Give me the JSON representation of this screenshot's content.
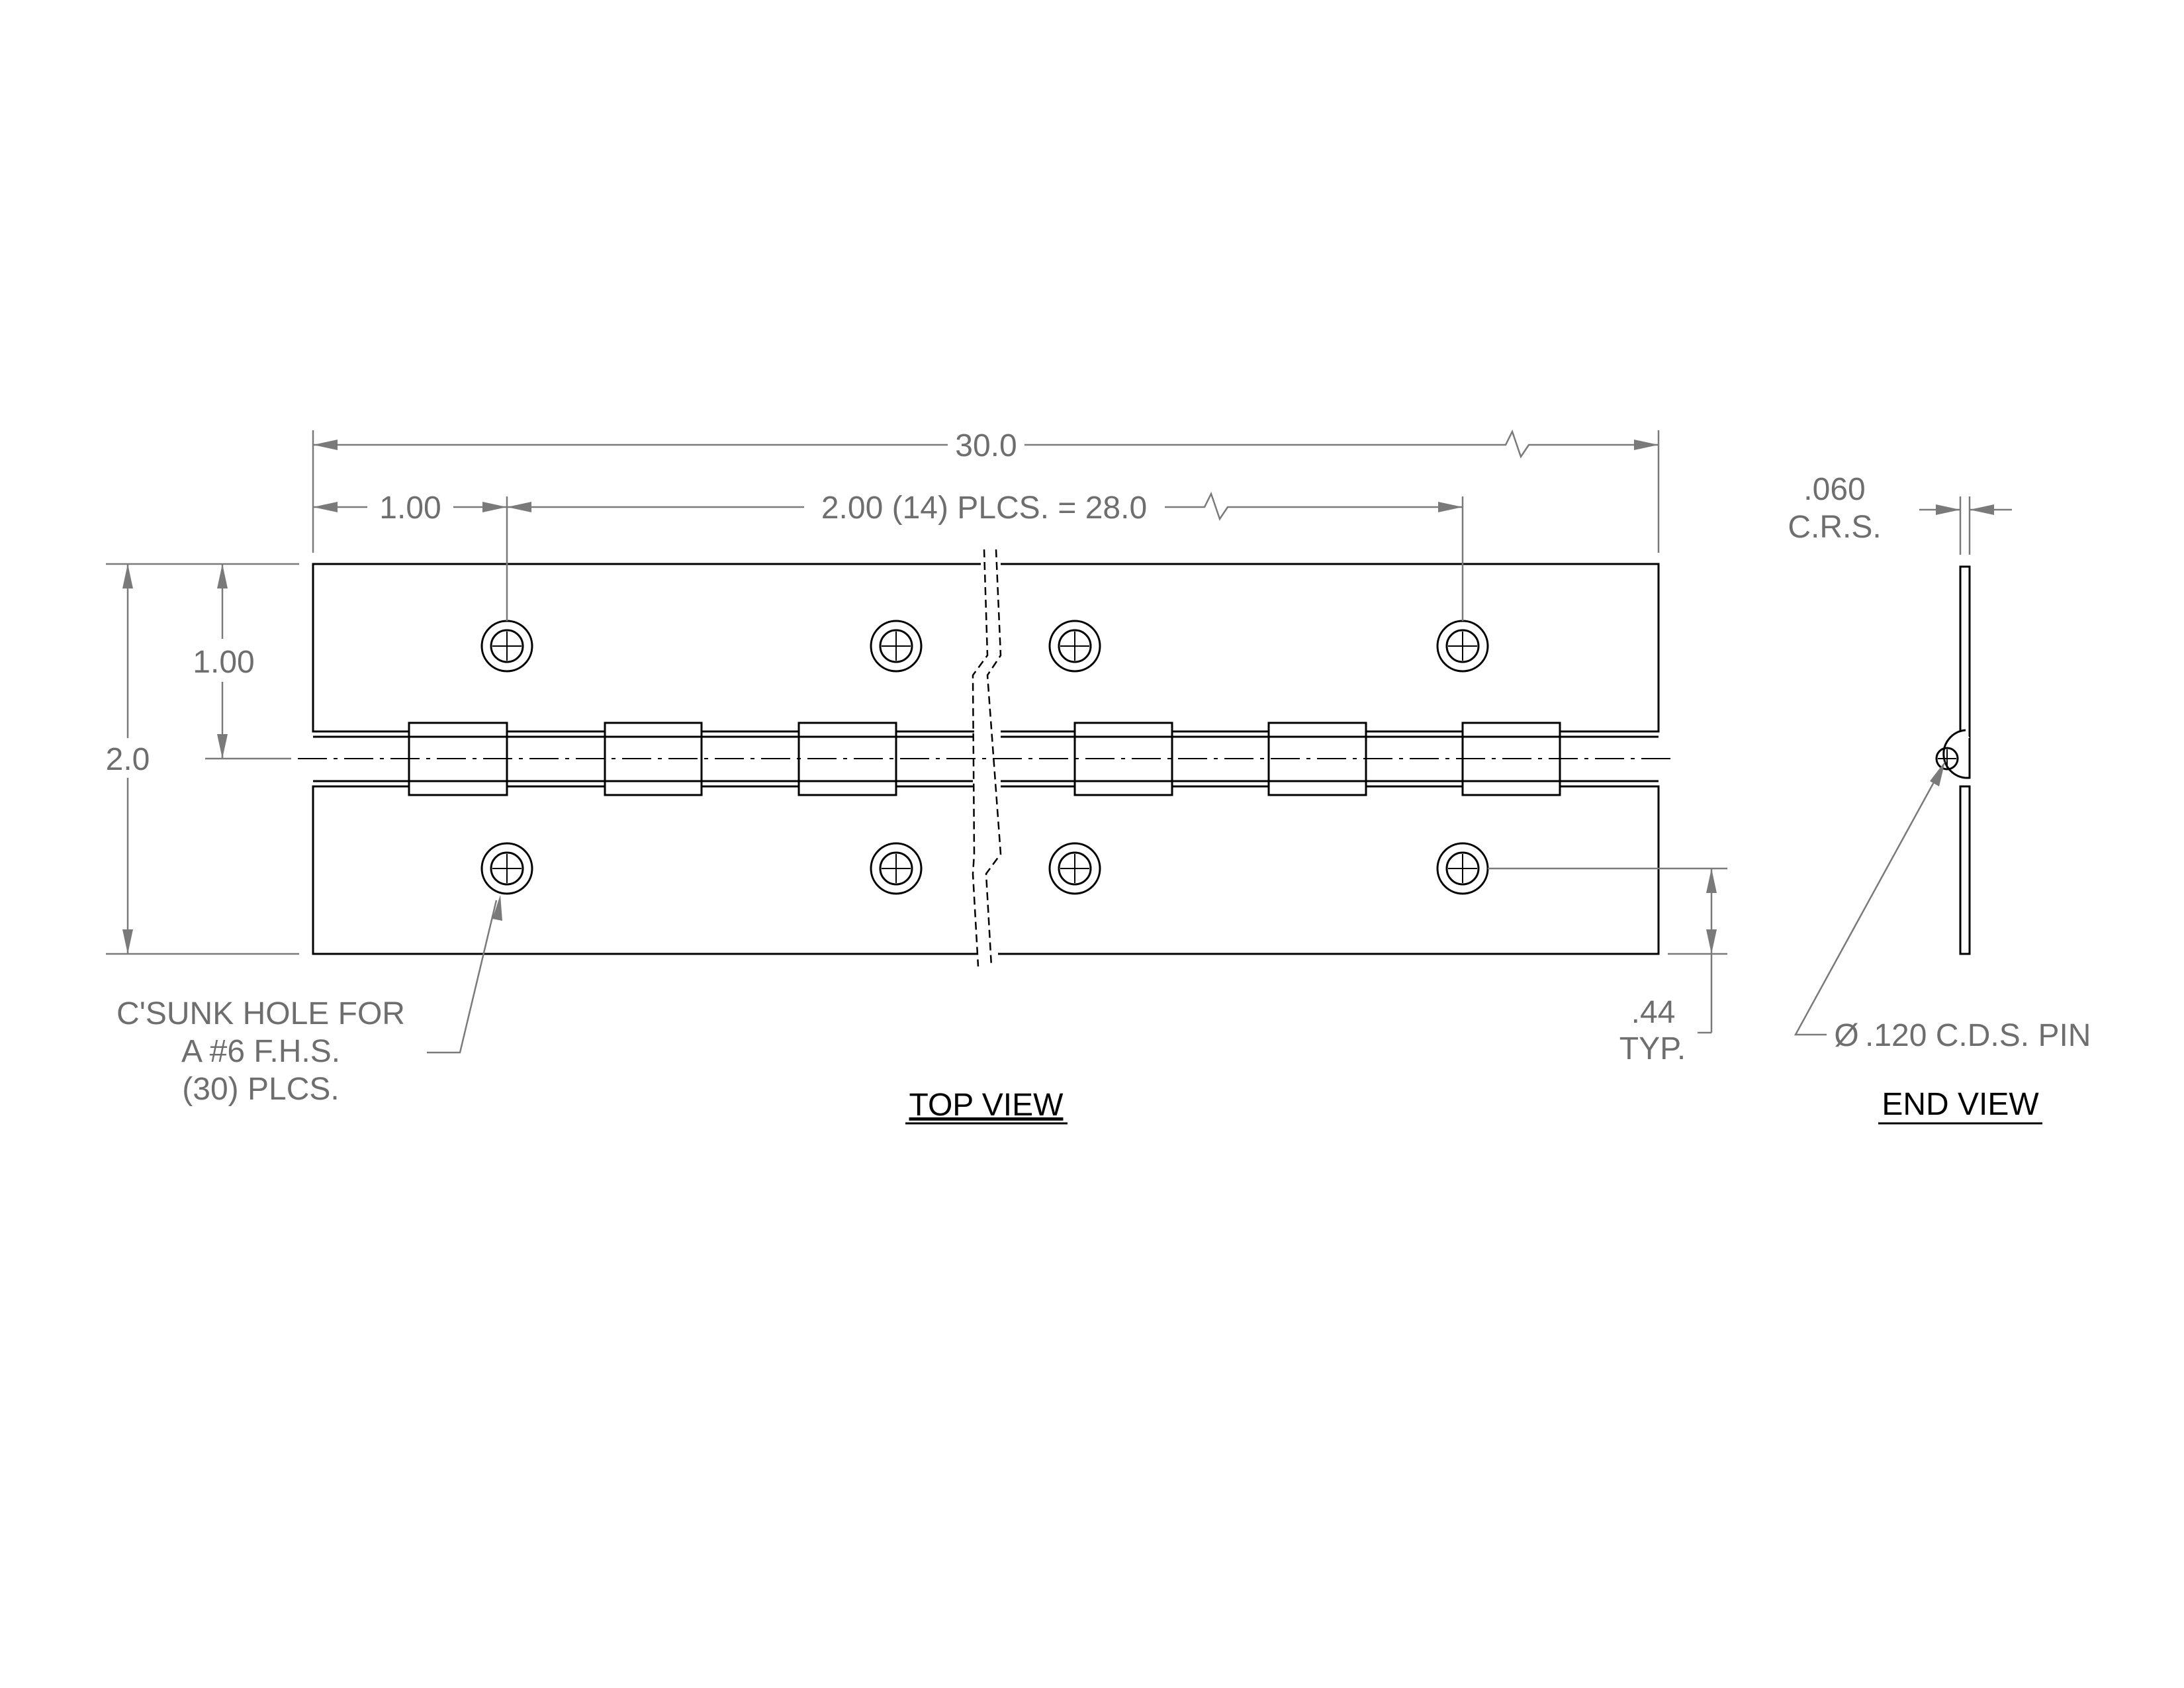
{
  "drawing": {
    "dimensions": {
      "overall_length": "30.0",
      "first_hole_offset": "1.00",
      "hole_spacing": "2.00 (14) PLCS. = 28.0",
      "overall_width": "2.0",
      "leaf_width": "1.00",
      "material_thickness": ".060",
      "material_spec": "C.R.S.",
      "hole_edge_distance": ".44",
      "hole_edge_note": "TYP."
    },
    "notes": {
      "hole_note_line1": "C'SUNK HOLE FOR",
      "hole_note_line2": "A #6 F.H.S.",
      "hole_note_line3": "(30) PLCS.",
      "pin_symbol": "Ø",
      "pin_note": ".120 C.D.S. PIN"
    },
    "views": {
      "top_view_label": "TOP VIEW",
      "end_view_label": "END VIEW"
    }
  }
}
